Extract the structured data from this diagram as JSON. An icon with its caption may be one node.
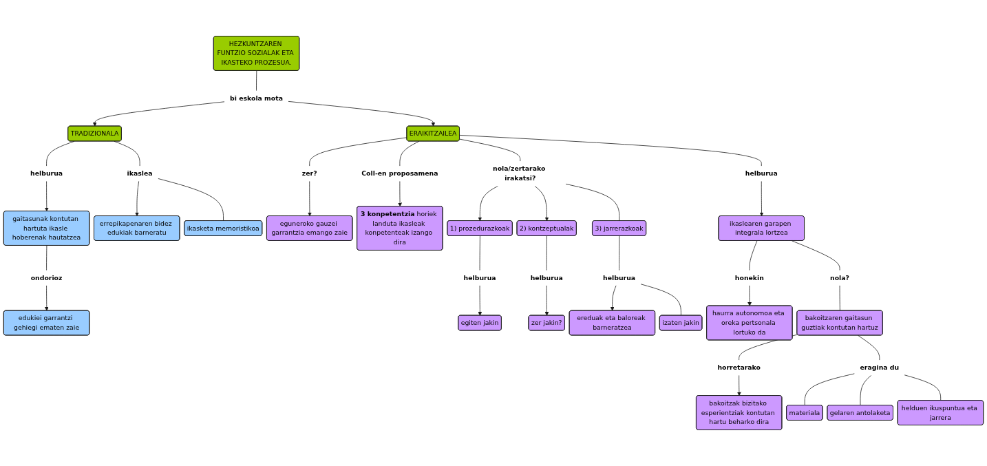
{
  "diagram": {
    "nodes": [
      {
        "text": [
          "HEZKUNTZAREN FUNTZIO SOZIALAK ETA IKASTEKO PROZESUA."
        ]
      },
      {
        "text": [
          "bi eskola mota"
        ]
      },
      {
        "text": [
          "TRADIZIONALA"
        ]
      },
      {
        "text": [
          "ERAIKITZAILEA"
        ]
      },
      {
        "text": [
          "helburua"
        ]
      },
      {
        "text": [
          "gaitasunak kontutan hartuta ikasle hoberenak hautatzea"
        ]
      },
      {
        "text": [
          "ondorioz"
        ]
      },
      {
        "text": [
          "edukiei garrantzi gehiegi ematen zaie"
        ]
      },
      {
        "text": [
          "ikaslea"
        ]
      },
      {
        "text": [
          "errepikapenaren bidez edukiak barneratu"
        ]
      },
      {
        "text": [
          "ikasketa memoristikoa"
        ]
      },
      {
        "text": [
          "zer?"
        ]
      },
      {
        "text": [
          "eguneroko gauzei garrantzia emango zaie"
        ]
      },
      {
        "text": [
          "Coll-en proposamena"
        ]
      },
      {
        "text": [
          "**3 konpetentzia** horiek landuta ikasleak konpetenteak izango dira"
        ]
      },
      {
        "text": [
          "nola/zertarako irakatsi?"
        ]
      },
      {
        "text": [
          "1) prozedurazkoak"
        ]
      },
      {
        "text": [
          "helburua"
        ]
      },
      {
        "text": [
          "egiten jakin"
        ]
      },
      {
        "text": [
          "2) kontzeptualak"
        ]
      },
      {
        "text": [
          "helburua"
        ]
      },
      {
        "text": [
          "zer jakin?"
        ]
      },
      {
        "text": [
          "3) jarrerazkoak"
        ]
      },
      {
        "text": [
          "helburua"
        ]
      },
      {
        "text": [
          "ereduak eta baloreak barneratzea"
        ]
      },
      {
        "text": [
          "izaten jakin"
        ]
      },
      {
        "text": [
          "helburua"
        ]
      },
      {
        "text": [
          "ikaslearen garapen integrala lortzea"
        ]
      },
      {
        "text": [
          "honekin"
        ]
      },
      {
        "text": [
          "haurra autonomoa eta oreka pertsonala lortuko da"
        ]
      },
      {
        "text": [
          "nola?"
        ]
      },
      {
        "text": [
          "bakoitzaren gaitasun guztiak kontutan hartuz"
        ]
      },
      {
        "text": [
          "horretarako"
        ]
      },
      {
        "text": [
          "bakoitzak bizitako esperientziak kontutan hartu beharko dira"
        ]
      },
      {
        "text": [
          "eragina du"
        ]
      },
      {
        "text": [
          "materiala"
        ]
      },
      {
        "text": [
          "gelaren antolaketa"
        ]
      },
      {
        "text": [
          "helduen ikuspuntua eta jarrera"
        ]
      }
    ],
    "edges": [
      {
        "from": 0,
        "to": 1,
        "arrow": "none"
      },
      {
        "from": 1,
        "to": 2,
        "arrow": "to"
      },
      {
        "from": 1,
        "to": 3,
        "arrow": "to"
      },
      {
        "from": 2,
        "to": 4,
        "arrow": "none"
      },
      {
        "from": 4,
        "to": 5,
        "arrow": "to"
      },
      {
        "from": 5,
        "to": 6,
        "arrow": "none"
      },
      {
        "from": 6,
        "to": 7,
        "arrow": "to"
      },
      {
        "from": 2,
        "to": 8,
        "arrow": "none"
      },
      {
        "from": 8,
        "to": 9,
        "arrow": "to"
      },
      {
        "from": 8,
        "to": 10,
        "arrow": "none"
      },
      {
        "from": 3,
        "to": 11,
        "arrow": "none"
      },
      {
        "from": 11,
        "to": 12,
        "arrow": "to"
      },
      {
        "from": 3,
        "to": 13,
        "arrow": "none"
      },
      {
        "from": 13,
        "to": 14,
        "arrow": "to"
      },
      {
        "from": 3,
        "to": 15,
        "arrow": "none"
      },
      {
        "from": 15,
        "to": 16,
        "arrow": "to"
      },
      {
        "from": 16,
        "to": 17,
        "arrow": "none"
      },
      {
        "from": 17,
        "to": 18,
        "arrow": "to"
      },
      {
        "from": 15,
        "to": 19,
        "arrow": "to"
      },
      {
        "from": 19,
        "to": 20,
        "arrow": "none"
      },
      {
        "from": 20,
        "to": 21,
        "arrow": "to"
      },
      {
        "from": 15,
        "to": 22,
        "arrow": "none"
      },
      {
        "from": 22,
        "to": 23,
        "arrow": "none"
      },
      {
        "from": 23,
        "to": 24,
        "arrow": "to"
      },
      {
        "from": 23,
        "to": 25,
        "arrow": "none"
      },
      {
        "from": 3,
        "to": 26,
        "arrow": "none"
      },
      {
        "from": 26,
        "to": 27,
        "arrow": "to"
      },
      {
        "from": 27,
        "to": 28,
        "arrow": "none"
      },
      {
        "from": 28,
        "to": 29,
        "arrow": "to"
      },
      {
        "from": 27,
        "to": 30,
        "arrow": "none"
      },
      {
        "from": 30,
        "to": 31,
        "arrow": "none"
      },
      {
        "from": 31,
        "to": 32,
        "arrow": "none"
      },
      {
        "from": 32,
        "to": 33,
        "arrow": "to"
      },
      {
        "from": 31,
        "to": 34,
        "arrow": "none"
      },
      {
        "from": 34,
        "to": 35,
        "arrow": "none"
      },
      {
        "from": 34,
        "to": 36,
        "arrow": "none"
      },
      {
        "from": 34,
        "to": 37,
        "arrow": "none"
      }
    ]
  }
}
